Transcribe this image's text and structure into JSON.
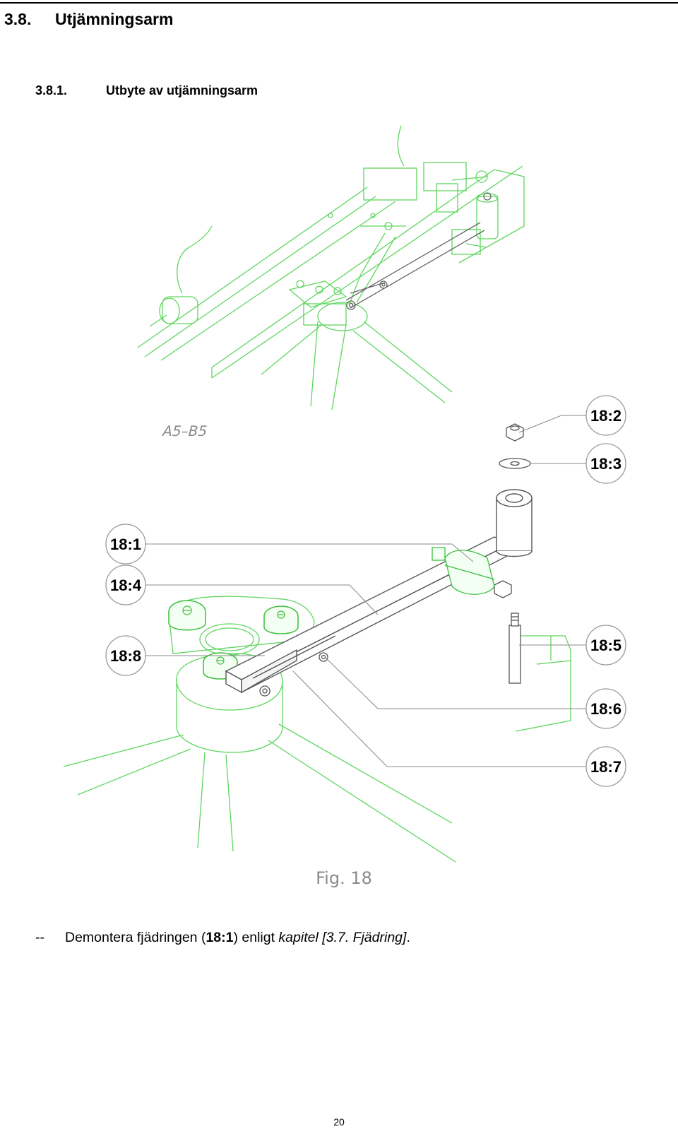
{
  "heading": {
    "number": "3.8.",
    "title": "Utjämningsarm"
  },
  "subheading": {
    "number": "3.8.1.",
    "title": "Utbyte av utjämningsarm"
  },
  "figure": {
    "model_label": "A5–B5",
    "caption": "Fig. 18",
    "callouts": [
      "18:2",
      "18:3",
      "18:1",
      "18:4",
      "18:8",
      "18:5",
      "18:6",
      "18:7"
    ]
  },
  "instruction": {
    "bullet": "--",
    "text_before": "Demontera fjädringen (",
    "ref": "18:1",
    "text_middle": ") enligt ",
    "link_text": "kapitel [3.7. Fjädring]",
    "text_after": "."
  },
  "page_number": "20",
  "colors": {
    "line_art": "#5fd65f",
    "text": "#000000",
    "part_gray": "#777777"
  }
}
